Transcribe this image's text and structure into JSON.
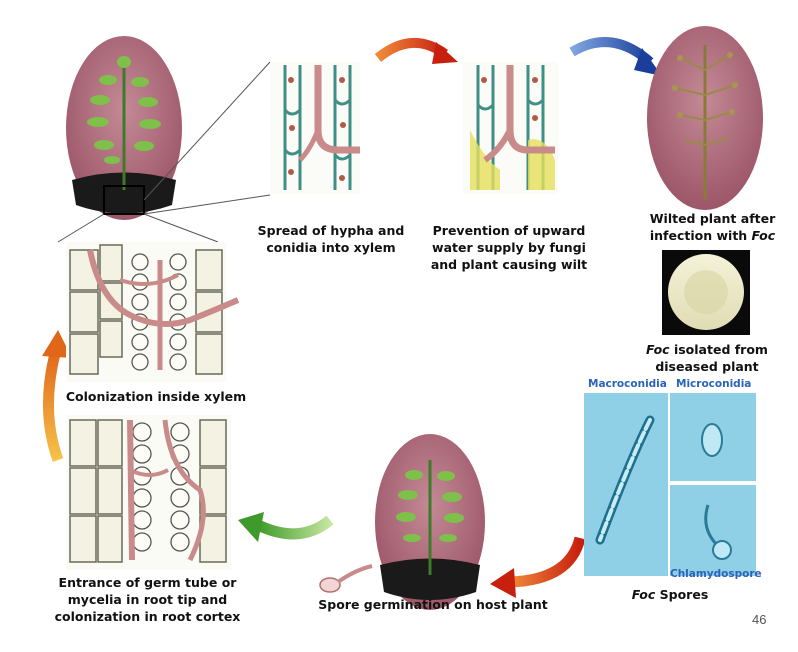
{
  "labels": {
    "spread": "Spread of hypha and\nconidia into xylem",
    "prevention": "Prevention of upward\nwater supply by fungi\nand plant causing wilt",
    "wilted_prefix": "Wilted plant after\ninfection with ",
    "wilted_foc": "Foc",
    "isolated_foc": "Foc",
    "isolated_suffix": " isolated from\ndiseased plant",
    "colonization": "Colonization inside xylem",
    "entrance": "Entrance of germ tube or\nmycelia in root tip and\ncolonization in root cortex",
    "germination": "Spore germination on host plant",
    "spores_foc": "Foc",
    "spores_suffix": " Spores"
  },
  "spore_labels": {
    "macroconidia": "Macroconidia",
    "microconidia": "Microconidia",
    "chlamydospore": "Chlamydospore"
  },
  "page_number": "46",
  "colors": {
    "oval_background": "#b06a7a",
    "arrow_red": "#d4341c",
    "arrow_blue": "#1f4fa8",
    "arrow_green": "#5aa83a",
    "arrow_orange": "#e8801c",
    "hypha": "#c98a8a",
    "xylem_wall": "#3f8f86",
    "micrograph": "#8fd0e6"
  }
}
